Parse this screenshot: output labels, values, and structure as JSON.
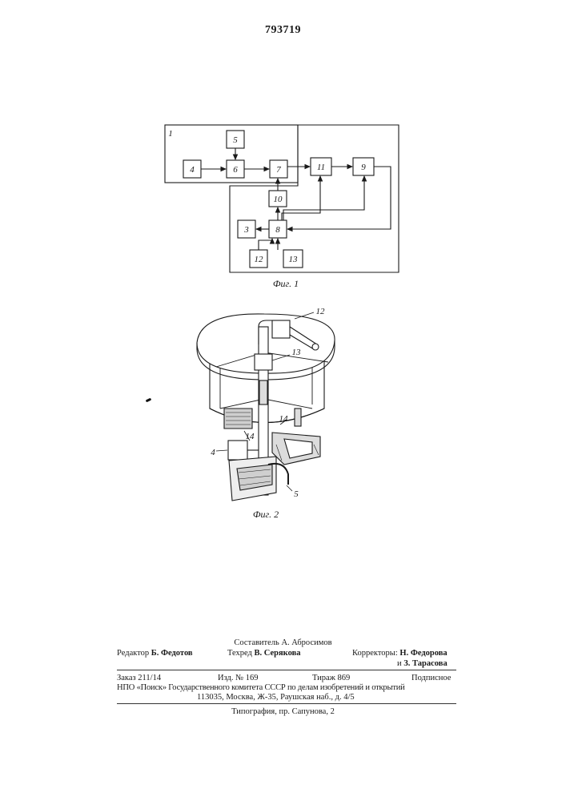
{
  "patent_number": "793719",
  "figure1": {
    "caption": "Фиг. 1",
    "blocks": {
      "b1": "1",
      "b3": "3",
      "b4": "4",
      "b5": "5",
      "b6": "6",
      "b7": "7",
      "b8": "8",
      "b9": "9",
      "b10": "10",
      "b11": "11",
      "b12": "12",
      "b13": "13"
    }
  },
  "figure2": {
    "caption": "Фиг. 2",
    "callouts": {
      "c12": "12",
      "c13": "13",
      "c14a": "14",
      "c14b": "14",
      "c4": "4",
      "c5": "5"
    }
  },
  "credits": {
    "compiler": "Составитель А. Абросимов",
    "editor_label": "Редактор",
    "editor_name": "Б. Федотов",
    "techred_label": "Техред",
    "techred_name": "В. Серякова",
    "correctors_label": "Корректоры:",
    "corrector1": "Н. Федорова",
    "corrector2_prefix": "и",
    "corrector2": "З. Тарасова",
    "order": "Заказ 211/14",
    "edition": "Изд. № 169",
    "circulation": "Тираж 869",
    "subscription": "Подписное",
    "publisher": "НПО «Поиск» Государственного комитета СССР по делам изобретений и открытий",
    "address": "113035, Москва, Ж-35, Раушская наб., д. 4/5",
    "printer": "Типография, пр. Сапунова, 2"
  }
}
